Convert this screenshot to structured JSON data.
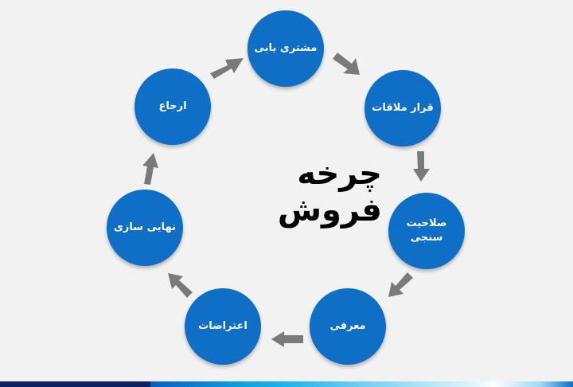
{
  "diagram": {
    "title": "چرخه فروش",
    "type": "cycle",
    "direction": "clockwise",
    "colors": {
      "background": "#f2f2f2",
      "node_fill": "#0f6fc6",
      "node_text": "#ffffff",
      "arrow": "#7a7a7a",
      "title_text": "#000000"
    },
    "nodes": [
      {
        "label": "مشتری یابی"
      },
      {
        "label": "قرار ملاقات"
      },
      {
        "label": "صلاحیت سنجی"
      },
      {
        "label": "معرفی"
      },
      {
        "label": "اعتراضات"
      },
      {
        "label": "نهایی سازی"
      },
      {
        "label": "ارجاع"
      }
    ],
    "edges": [
      {
        "from": "مشتری یابی",
        "to": "قرار ملاقات"
      },
      {
        "from": "قرار ملاقات",
        "to": "صلاحیت سنجی"
      },
      {
        "from": "صلاحیت سنجی",
        "to": "معرفی"
      },
      {
        "from": "معرفی",
        "to": "اعتراضات"
      },
      {
        "from": "اعتراضات",
        "to": "نهایی سازی"
      },
      {
        "from": "نهایی سازی",
        "to": "ارجاع"
      },
      {
        "from": "ارجاع",
        "to": "مشتری یابی"
      }
    ]
  }
}
